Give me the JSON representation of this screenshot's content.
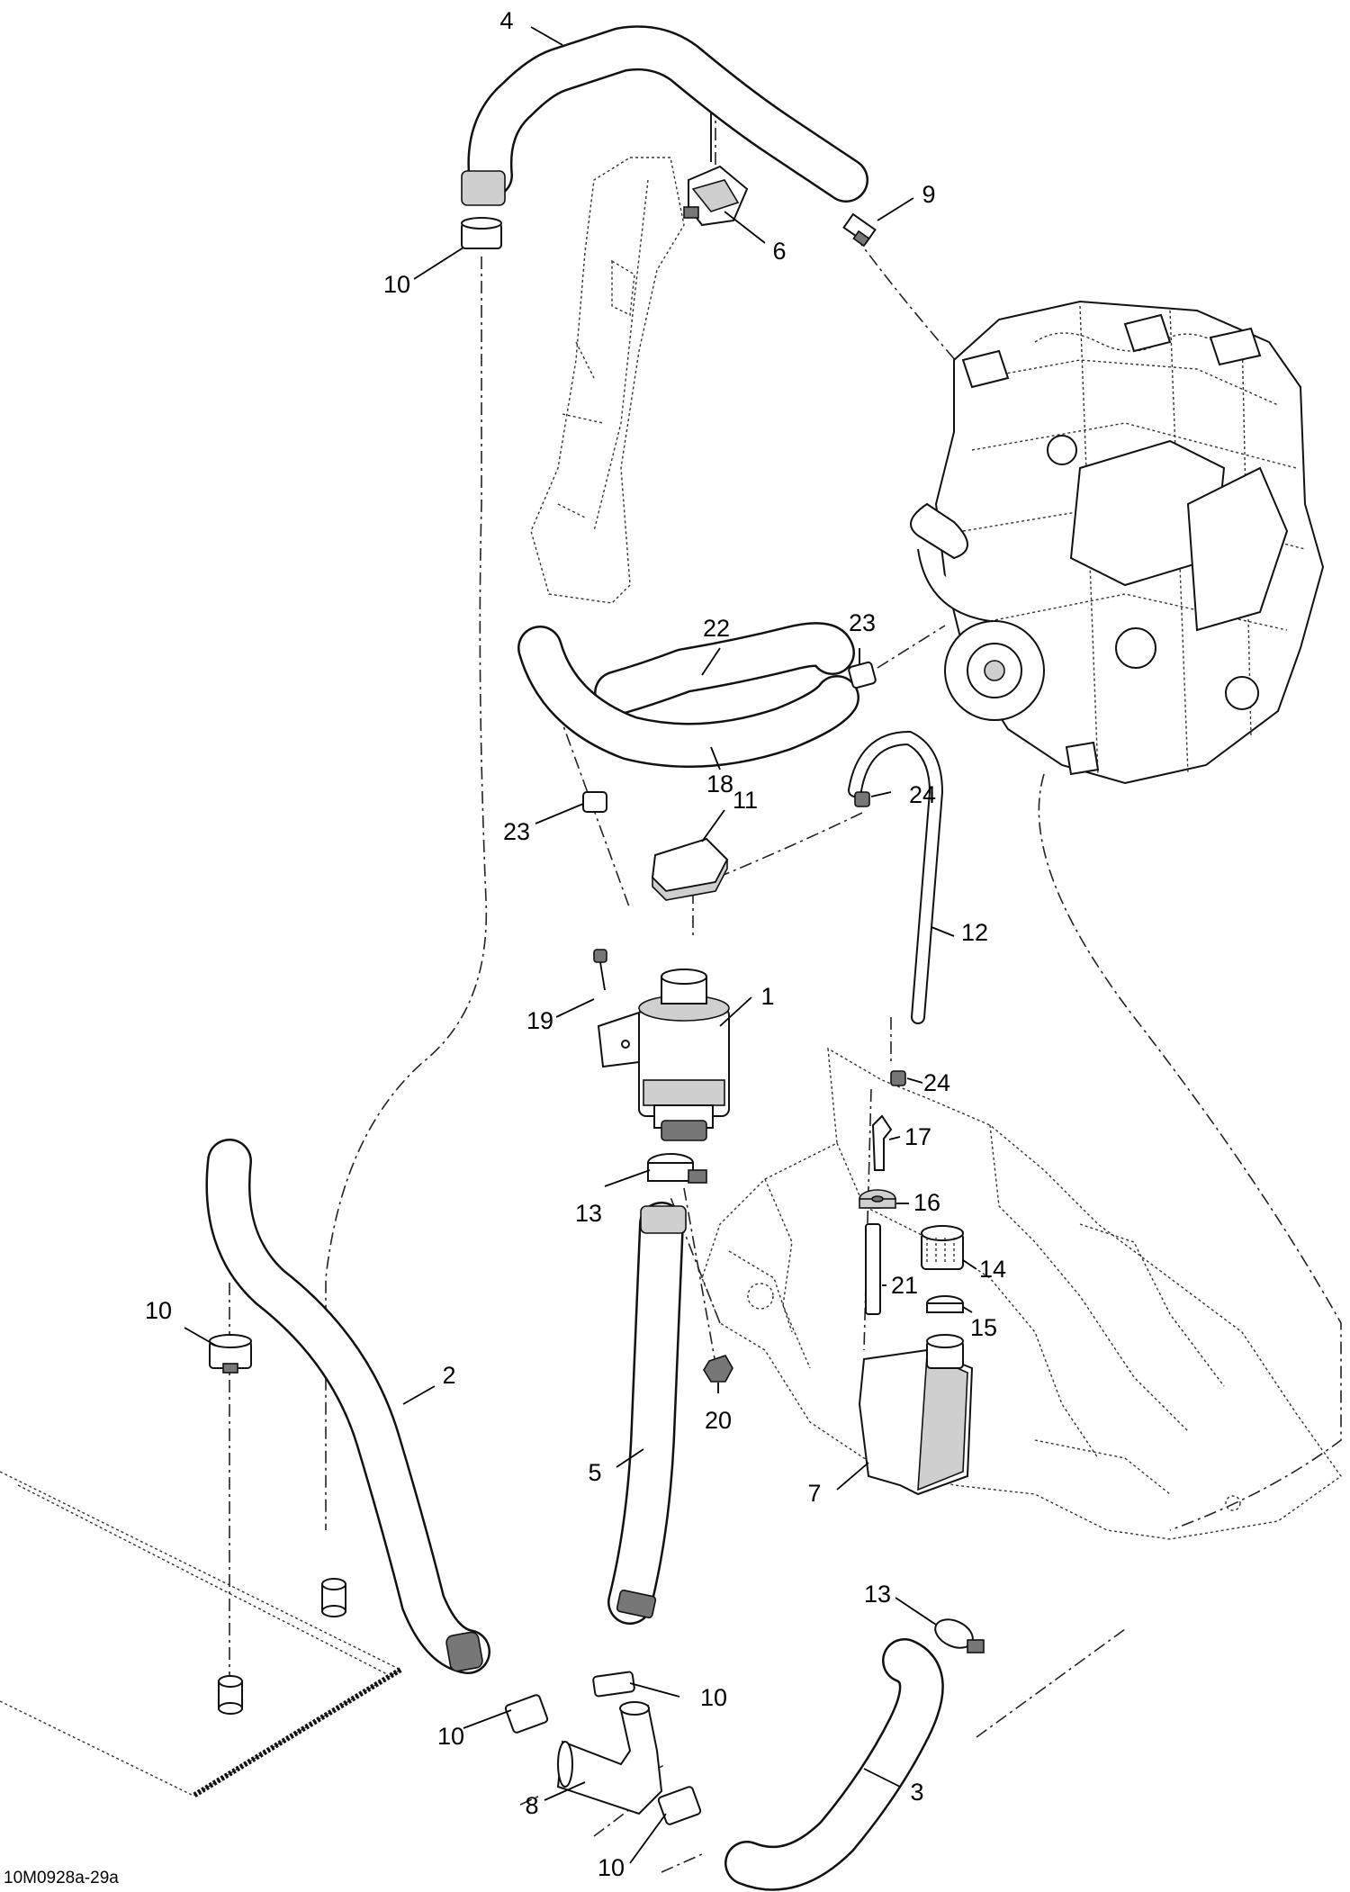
{
  "figure_code": "10M0928a-29a",
  "callouts": [
    {
      "id": "c4",
      "text": "4"
    },
    {
      "id": "c6",
      "text": "6"
    },
    {
      "id": "c9",
      "text": "9"
    },
    {
      "id": "c10a",
      "text": "10"
    },
    {
      "id": "c22",
      "text": "22"
    },
    {
      "id": "c23a",
      "text": "23"
    },
    {
      "id": "c18",
      "text": "18"
    },
    {
      "id": "c11",
      "text": "11"
    },
    {
      "id": "c24a",
      "text": "24"
    },
    {
      "id": "c23b",
      "text": "23"
    },
    {
      "id": "c12",
      "text": "12"
    },
    {
      "id": "c1",
      "text": "1"
    },
    {
      "id": "c19",
      "text": "19"
    },
    {
      "id": "c24b",
      "text": "24"
    },
    {
      "id": "c17",
      "text": "17"
    },
    {
      "id": "c13a",
      "text": "13"
    },
    {
      "id": "c16",
      "text": "16"
    },
    {
      "id": "c14",
      "text": "14"
    },
    {
      "id": "c21",
      "text": "21"
    },
    {
      "id": "c15",
      "text": "15"
    },
    {
      "id": "c10b",
      "text": "10"
    },
    {
      "id": "c2",
      "text": "2"
    },
    {
      "id": "c20",
      "text": "20"
    },
    {
      "id": "c5",
      "text": "5"
    },
    {
      "id": "c7",
      "text": "7"
    },
    {
      "id": "c13b",
      "text": "13"
    },
    {
      "id": "c10c",
      "text": "10"
    },
    {
      "id": "c10d",
      "text": "10"
    },
    {
      "id": "c3",
      "text": "3"
    },
    {
      "id": "c8",
      "text": "8"
    },
    {
      "id": "c10e",
      "text": "10"
    }
  ]
}
